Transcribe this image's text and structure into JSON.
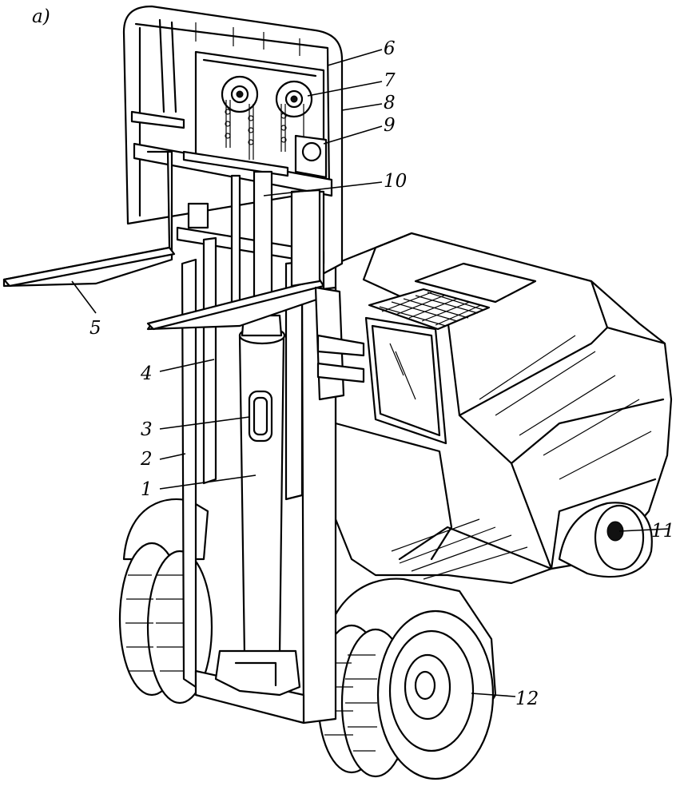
{
  "figure": {
    "panel_label": "а)",
    "callouts": [
      {
        "id": "1",
        "text": "1"
      },
      {
        "id": "2",
        "text": "2"
      },
      {
        "id": "3",
        "text": "3"
      },
      {
        "id": "4",
        "text": "4"
      },
      {
        "id": "5",
        "text": "5"
      },
      {
        "id": "6",
        "text": "6"
      },
      {
        "id": "7",
        "text": "7"
      },
      {
        "id": "8",
        "text": "8"
      },
      {
        "id": "9",
        "text": "9"
      },
      {
        "id": "10",
        "text": "10"
      },
      {
        "id": "11",
        "text": "11"
      },
      {
        "id": "12",
        "text": "12"
      }
    ]
  }
}
